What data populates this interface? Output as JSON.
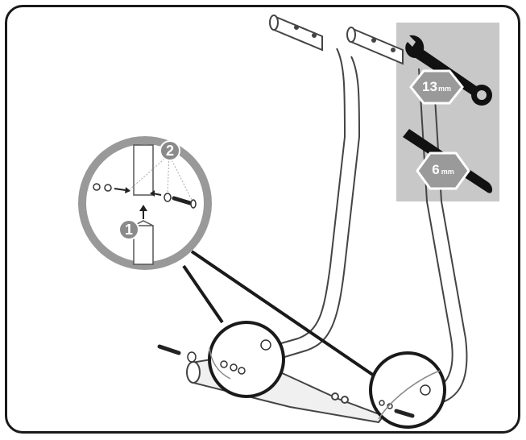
{
  "colors": {
    "frame": "#1a1a1a",
    "panel": "#c8c8c8",
    "hex": "#9a9a9a",
    "badge": "#8a8a8a",
    "line": "#555555",
    "callout": "#1a1a1a"
  },
  "tools": [
    {
      "icon": "wrench-icon",
      "size_value": "13",
      "size_unit": "mm"
    },
    {
      "icon": "allen-key-icon",
      "size_value": "6",
      "size_unit": "mm"
    }
  ],
  "steps": [
    {
      "number": "1"
    },
    {
      "number": "2"
    }
  ]
}
